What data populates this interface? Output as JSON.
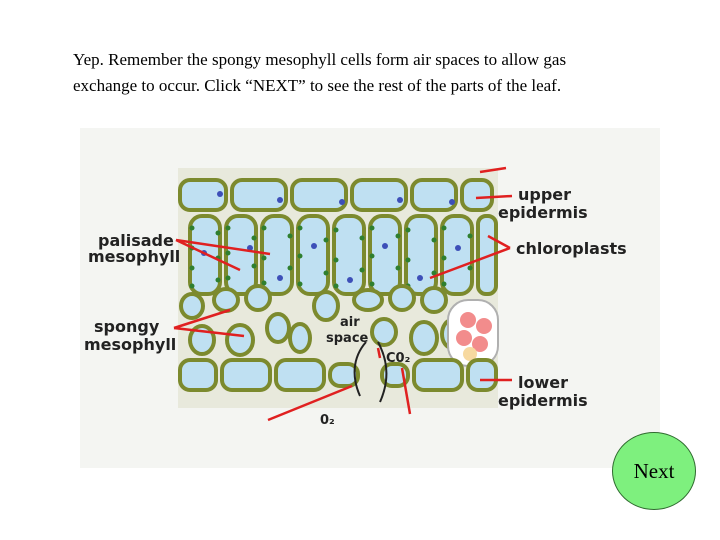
{
  "instructions": {
    "line1": "Yep.  Remember the spongy mesophyll cells form air spaces to allow gas",
    "line2": "exchange to occur.  Click “NEXT” to see the rest of the parts of the leaf."
  },
  "diagram": {
    "labels": {
      "upper_epidermis_1": "upper",
      "upper_epidermis_2": "epidermis",
      "palisade_1": "palisade",
      "palisade_2": "mesophyll",
      "chloroplasts": "chloroplasts",
      "spongy_1": "spongy",
      "spongy_2": "mesophyll",
      "air_space_1": "air",
      "air_space_2": "space",
      "co2": "C0₂",
      "lower_epidermis_1": "lower",
      "lower_epidermis_2": "epidermis",
      "o2": "0₂"
    }
  },
  "next_button": {
    "label": "Next"
  },
  "colors": {
    "cell_fill": "#bfe0f2",
    "cell_wall": "#7c8a2e",
    "chloroplast": "#2f7f2f",
    "nucleus": "#3d4fb8",
    "arrow": "#e02020",
    "button": "#7ef07e"
  }
}
